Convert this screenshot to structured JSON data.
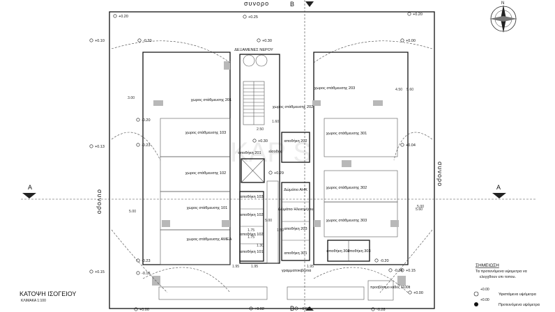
{
  "plan_title": "ΚΑΤΟΨΗ ΙΣΟΓΕΙΟΥ",
  "plan_scale": "ΚΛΙΜΑΚΑ 1:100",
  "boundary_label": "συνορο",
  "section_marks": {
    "a": "A",
    "b": "B"
  },
  "rooms": {
    "parking_201": "χωρος στάθμευσης 201",
    "parking_203": "χωρος στάθμευσης 203",
    "parking_103": "χωρος στάθμευσης 103",
    "parking_202": "χωρος στάθμευσης 202",
    "parking_102": "χωρος στάθμευσης 102",
    "parking_301": "χωρος στάθμευσης 301",
    "parking_101": "χωρος στάθμευσης 101",
    "parking_302": "χωρος στάθμευσης 302",
    "parking_amea": "χωρος στάθμευσης ΑΜΕΑ",
    "parking_303": "χωρος στάθμευσης 303",
    "water_tanks": "ΔΕΞΑΜΕΝΕΣ ΝΕΡΟΥ",
    "entrance": "είσοδος",
    "storage_202": "αποθήκη 202",
    "storage_201": "αποθήκη 201",
    "storage_103": "αποθήκη 103",
    "storage_102": "αποθήκη 102",
    "storage_101": "αποθήκη 101",
    "storage_203": "αποθήκη 203",
    "storage_301": "αποθήκη 301",
    "storage_302": "αποθήκη 302",
    "storage_303": "αποθήκη 303",
    "shaft_ahk": "Δώμάτιο ΑΗΚ",
    "shaft_elec": "Δώμάτιο Ηλεκτρ/γου",
    "mailboxes": "γραμματοκιβώτια",
    "bins": "προσβάσιμο κάδος 1100lt"
  },
  "levels": [
    "+0.20",
    "+0.25",
    "+0.30",
    "+0.10",
    "+0.20",
    "-0.20",
    "+0.00",
    "-0.20",
    "-0.23",
    "+0.13",
    "+0.04",
    "-0.23",
    "-0.20",
    "+0.30",
    "+0.29",
    "-0.15",
    "+0.15",
    "-0.34",
    "+0.15",
    "+0.00",
    "+0.02",
    "+0.02",
    "-0.28",
    "+0.00"
  ],
  "dims": [
    "3.00",
    "5.00",
    "2.50",
    "1.60",
    "1.50",
    "5.00",
    "1.75",
    "1.75",
    "1.30",
    "5.00",
    "1.95",
    "1.95",
    "1.95",
    "4.50",
    "5.60",
    "5.60"
  ],
  "notes": {
    "title": "ΣΗΜΕΙΩΣΗ",
    "line1": "Τα προτεινόμενα υψομετρα να",
    "line2": "ελεγχθουν επι τοπου.",
    "legend_existing": "Υφιστάμενα υψόμετρα",
    "legend_proposed": "Προτεινόμενα υψόμετρα",
    "legend_value": "+0.00"
  },
  "watermark": "ΚΑΡ S"
}
